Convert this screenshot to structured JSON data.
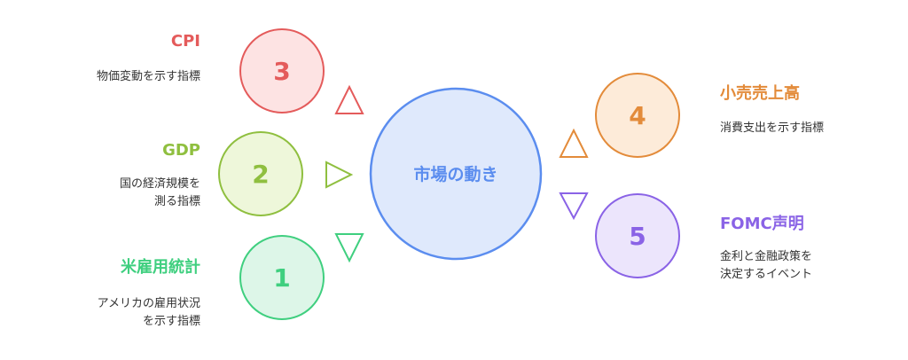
{
  "center": {
    "label": "市場の動き",
    "color": "#5b8def",
    "fill": "#dfe9fc"
  },
  "indicators": [
    {
      "number": "3",
      "title": "CPI",
      "description": "物価変動を示す指標",
      "color": "#e45b5b",
      "fill": "#fde3e3"
    },
    {
      "number": "2",
      "title": "GDP",
      "description": "国の経済規模を\n測る指標",
      "color": "#8fbf3f",
      "fill": "#eef7da"
    },
    {
      "number": "1",
      "title": "米雇用統計",
      "description": "アメリカの雇用状況\nを示す指標",
      "color": "#3fcf7f",
      "fill": "#ddf6e8"
    },
    {
      "number": "4",
      "title": "小売売上高",
      "description": "消費支出を示す指標",
      "color": "#e38b3a",
      "fill": "#fdebd9"
    },
    {
      "number": "5",
      "title": "FOMC声明",
      "description": "金利と金融政策を\n決定するイベント",
      "color": "#8a63e6",
      "fill": "#ece5fc"
    }
  ]
}
